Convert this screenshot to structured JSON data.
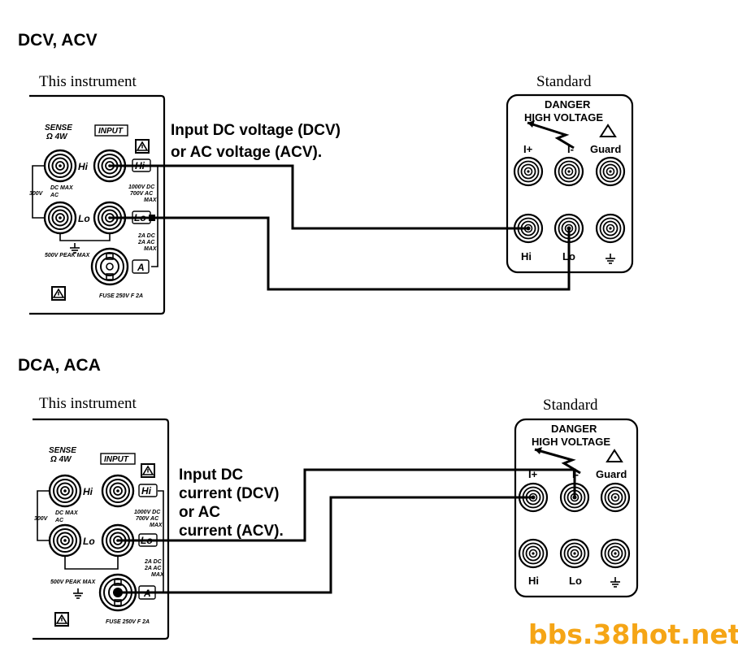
{
  "sections": [
    {
      "heading": "DCV, ACV",
      "instrument_caption": "This instrument",
      "standard_caption": "Standard",
      "note_lines": [
        "Input DC voltage (DCV)",
        "or AC voltage (ACV)."
      ]
    },
    {
      "heading": "DCA, ACA",
      "instrument_caption": "This instrument",
      "standard_caption": "Standard",
      "note_lines": [
        "Input DC",
        "current (DCV)",
        "or AC",
        "current (ACV)."
      ]
    }
  ],
  "instrument_panel": {
    "sense_label": "SENSE",
    "sense_sub": "Ω 4W",
    "input_label": "INPUT",
    "hi": "Hi",
    "lo": "Lo",
    "a": "A",
    "sense_rating_1": "DC MAX",
    "sense_rating_2": "300V",
    "sense_rating_3": "AC",
    "input_rating_1": "1000V  DC",
    "input_rating_2": "700V  AC",
    "input_rating_3": "MAX",
    "a_rating_1": "2A DC",
    "a_rating_2": "2A AC",
    "a_rating_3": "MAX",
    "peak": "500V PEAK MAX",
    "fuse": "FUSE 250V  F  2A"
  },
  "standard_panel": {
    "danger": "DANGER",
    "high_voltage": "HIGH  VOLTAGE",
    "i_plus": "I+",
    "i_minus": "I-",
    "guard": "Guard",
    "hi": "Hi",
    "lo": "Lo"
  },
  "watermark": "bbs.38hot.net"
}
